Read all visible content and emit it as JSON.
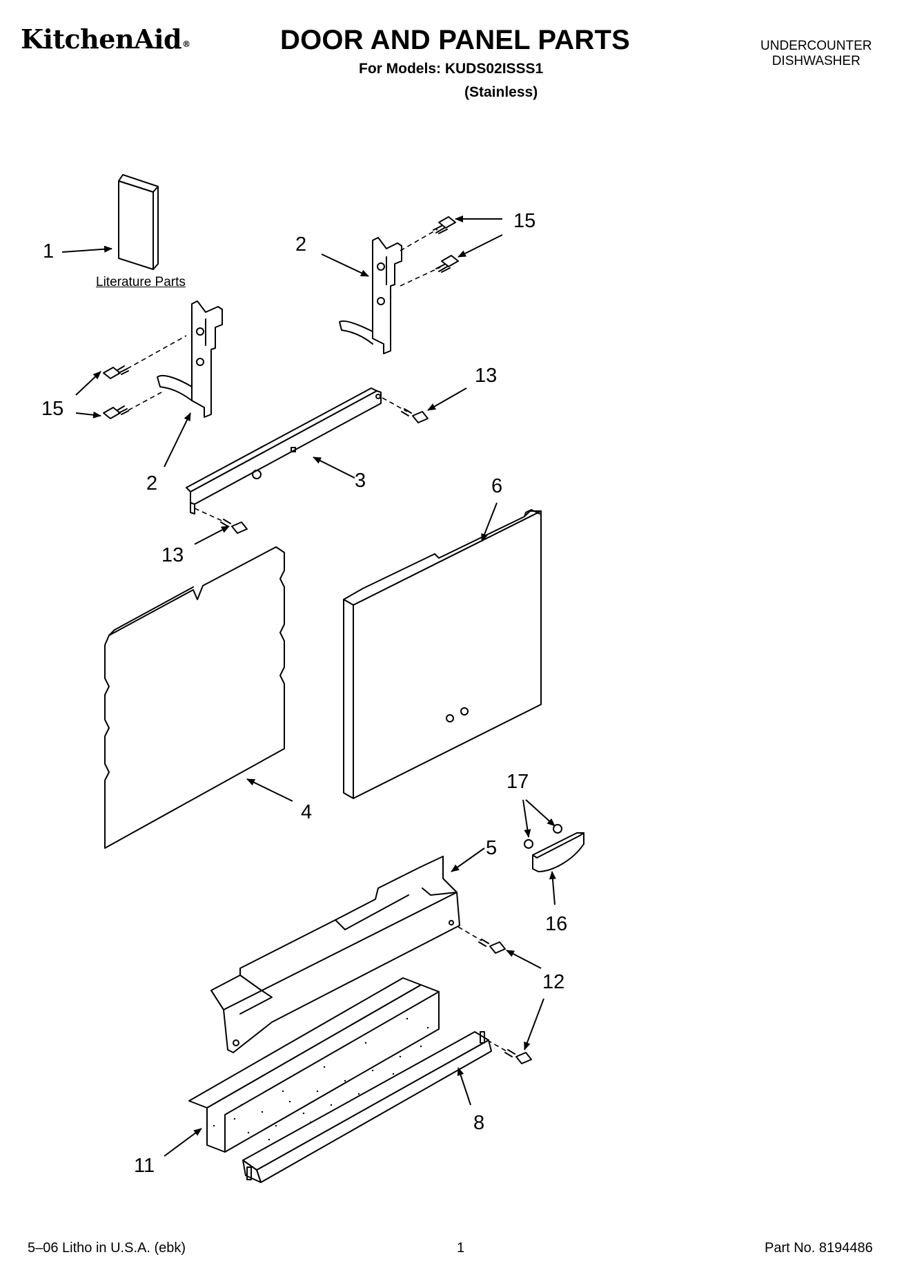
{
  "header": {
    "brand": "KitchenAid",
    "brand_mark": "®",
    "title": "DOOR AND PANEL PARTS",
    "models_line": "For Models: KUDS02ISSS1",
    "variant": "(Stainless)",
    "appliance_line1": "UNDERCOUNTER",
    "appliance_line2": "DISHWASHER"
  },
  "diagram": {
    "literature_label": "Literature Parts",
    "callouts": [
      "1",
      "2",
      "15",
      "15",
      "2",
      "13",
      "3",
      "13",
      "6",
      "4",
      "17",
      "5",
      "16",
      "12",
      "8",
      "11"
    ]
  },
  "footer": {
    "litho": "5–06 Litho in U.S.A. (ebk)",
    "page": "1",
    "part_no": "Part No. 8194486"
  }
}
